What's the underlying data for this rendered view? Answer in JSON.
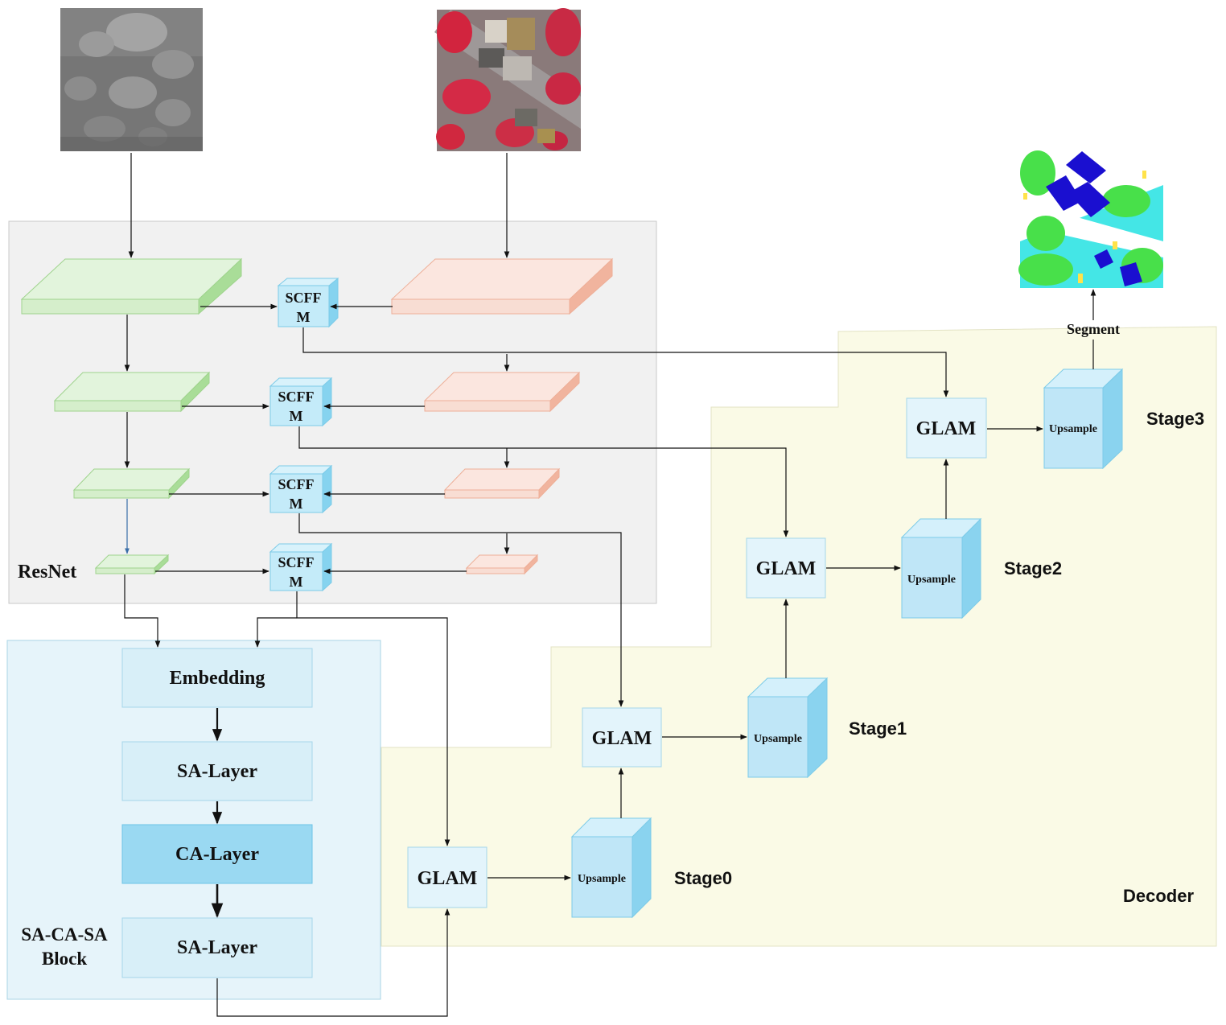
{
  "labels": {
    "resnet": "ResNet",
    "block_line1": "SA-CA-SA",
    "block_line2": "Block",
    "decoder": "Decoder",
    "segment": "Segment",
    "embedding": "Embedding",
    "sa_layer_1": "SA-Layer",
    "ca_layer": "CA-Layer",
    "sa_layer_2": "SA-Layer",
    "scffm_line1": "SCFF",
    "scffm_line2": "M",
    "glam": "GLAM",
    "upsample": "Upsample",
    "stage0": "Stage0",
    "stage1": "Stage1",
    "stage2": "Stage2",
    "stage3": "Stage3"
  },
  "colors": {
    "resnet_bg": "#f1f1f1",
    "block_bg": "#e6f4fa",
    "decoder_bg": "#fafae6",
    "layer_box": "#d8eff8",
    "ca_box": "#9ad9f2",
    "glam_box": "#e3f4fb",
    "cube_front": "#bfe6f7",
    "cube_side": "#8ad3ef",
    "green_slab": "#e2f4dc",
    "green_side": "#a9dd98",
    "pink_slab": "#fbe6df",
    "pink_side": "#f1b49e",
    "seg_building": "#1a0fd0",
    "seg_vegetation": "#48e04a",
    "seg_low_veg": "#44e6e6",
    "seg_road": "#ffffff",
    "seg_car": "#ffe24a"
  }
}
